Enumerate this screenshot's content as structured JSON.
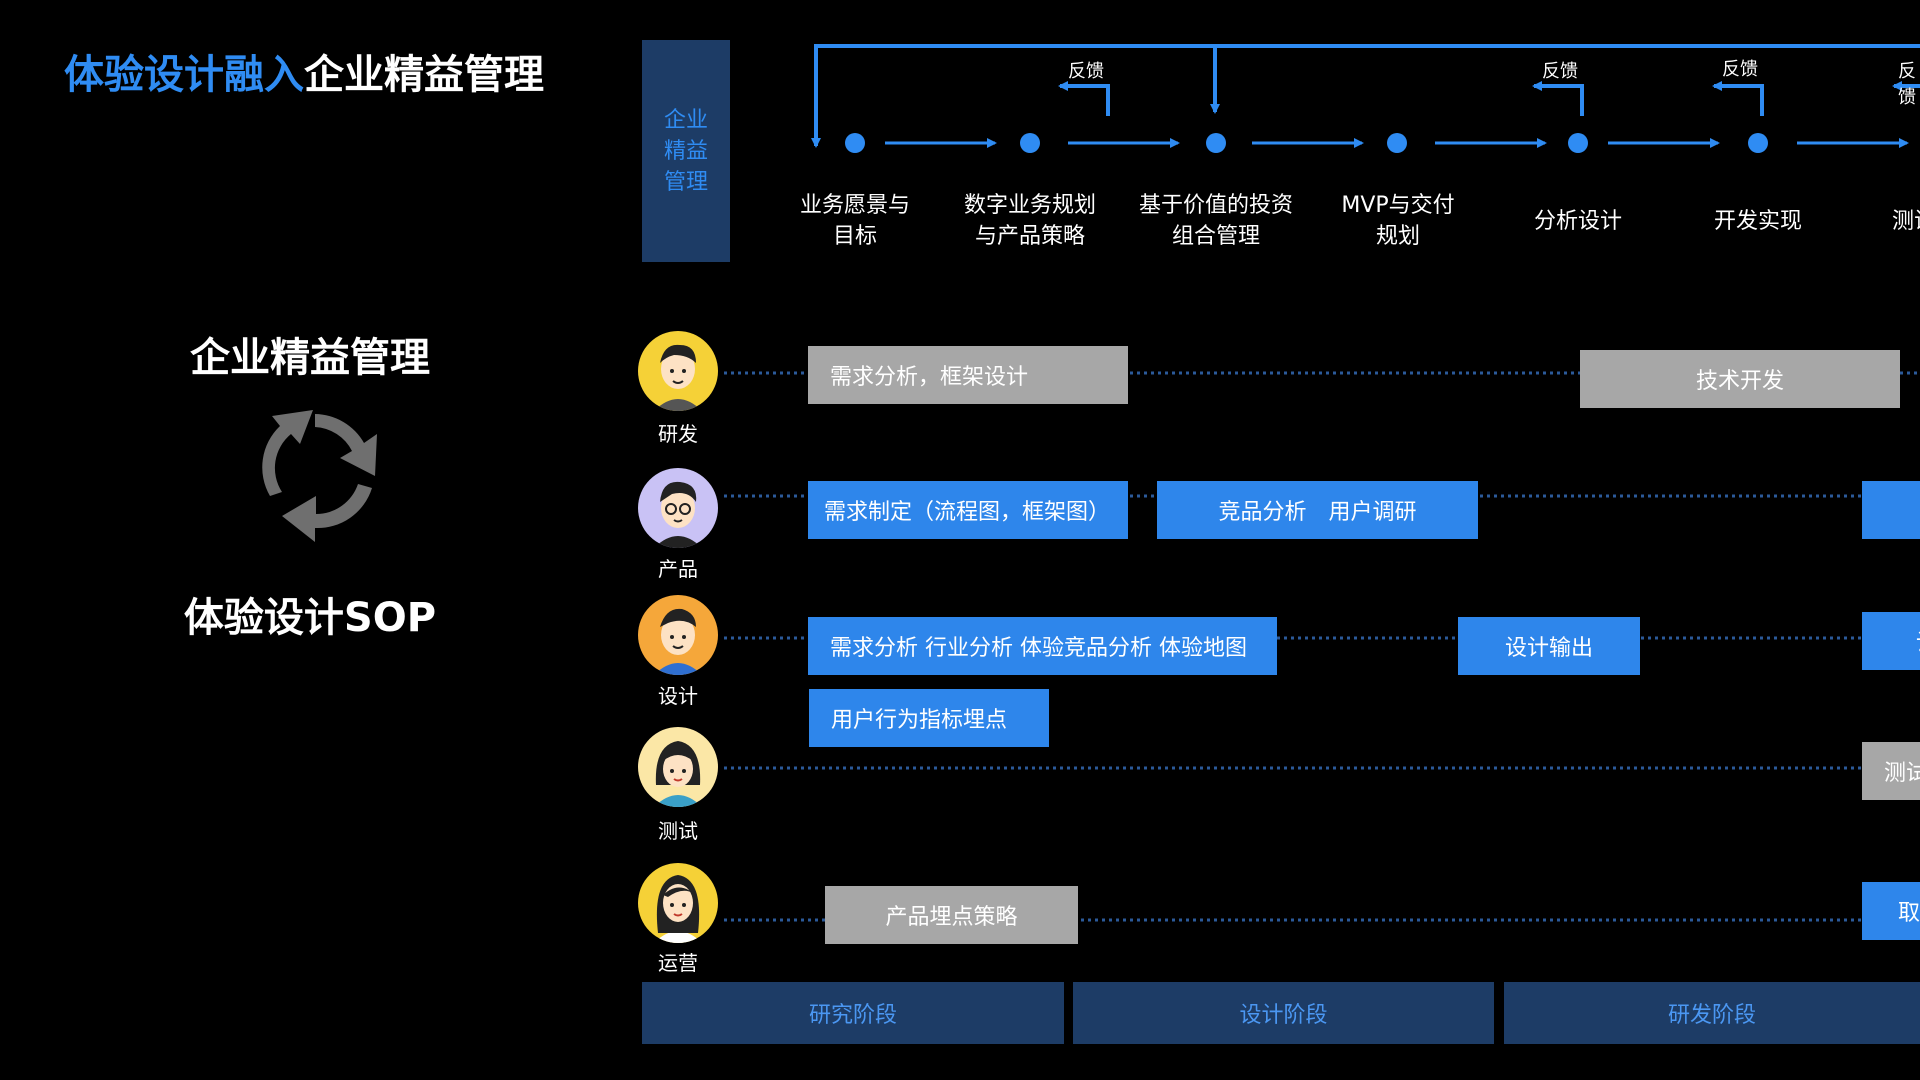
{
  "title": {
    "highlight": "体验设计融入",
    "rest": "企业精益管理"
  },
  "left": {
    "heading_top": "企业精益管理",
    "cycle_icon": "cycle-arrows-icon",
    "heading_bottom": "体验设计SOP"
  },
  "vertical_label": "企业精益管理",
  "process_steps": [
    "业务愿景与\n目标",
    "数字业务规划\n与产品策略",
    "基于价值的投资\n组合管理",
    "MVP与交付\n规划",
    "分析设计",
    "开发实现",
    "测试"
  ],
  "feedback_label": "反馈",
  "roles": [
    {
      "name": "研发",
      "avatar": "developer-avatar"
    },
    {
      "name": "产品",
      "avatar": "product-avatar"
    },
    {
      "name": "设计",
      "avatar": "designer-avatar"
    },
    {
      "name": "测试",
      "avatar": "tester-avatar"
    },
    {
      "name": "运营",
      "avatar": "operations-avatar"
    }
  ],
  "tasks": {
    "dev_1": "需求分析，框架设计",
    "dev_2": "技术开发",
    "prod_1": "需求制定（流程图，框架图）",
    "prod_2": "竞品分析　用户调研",
    "design_1": "需求分析 行业分析 体验竞品分析 体验地图",
    "design_2": "设计输出",
    "design_3": "用户行为指标埋点",
    "design_4": "设",
    "test_1": "测试",
    "ops_1": "产品埋点策略",
    "ops_2": "取"
  },
  "phases": [
    "研究阶段",
    "设计阶段",
    "研发阶段"
  ],
  "colors": {
    "accent": "#2f8cf3",
    "task_blue": "#2e86eb",
    "task_gray": "#a7a7a7",
    "phase_bg": "#1d3c66"
  }
}
